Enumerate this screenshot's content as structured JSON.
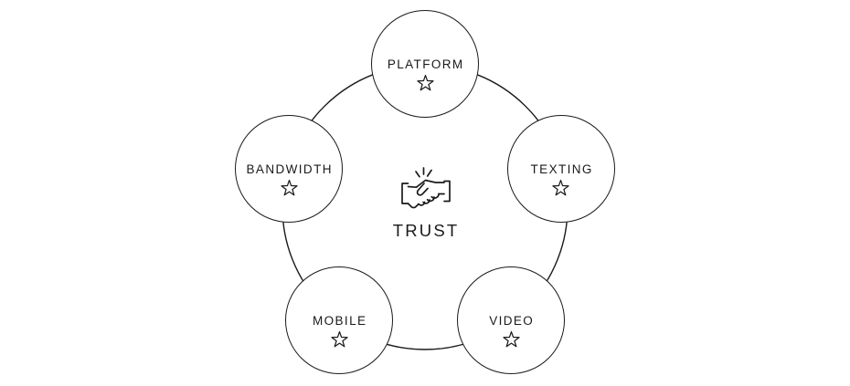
{
  "diagram": {
    "center": {
      "label": "TRUST",
      "icon": "handshake-icon"
    },
    "nodes": [
      {
        "id": "platform",
        "label": "PLATFORM",
        "icon": "star-icon",
        "position": "top"
      },
      {
        "id": "texting",
        "label": "TEXTING",
        "icon": "star-icon",
        "position": "right"
      },
      {
        "id": "video",
        "label": "VIDEO",
        "icon": "star-icon",
        "position": "bottom-right"
      },
      {
        "id": "mobile",
        "label": "MOBILE",
        "icon": "star-icon",
        "position": "bottom-left"
      },
      {
        "id": "bandwidth",
        "label": "BANDWIDTH",
        "icon": "star-icon",
        "position": "left"
      }
    ],
    "colors": {
      "ink": "#1a1a1a",
      "background": "#ffffff"
    }
  }
}
